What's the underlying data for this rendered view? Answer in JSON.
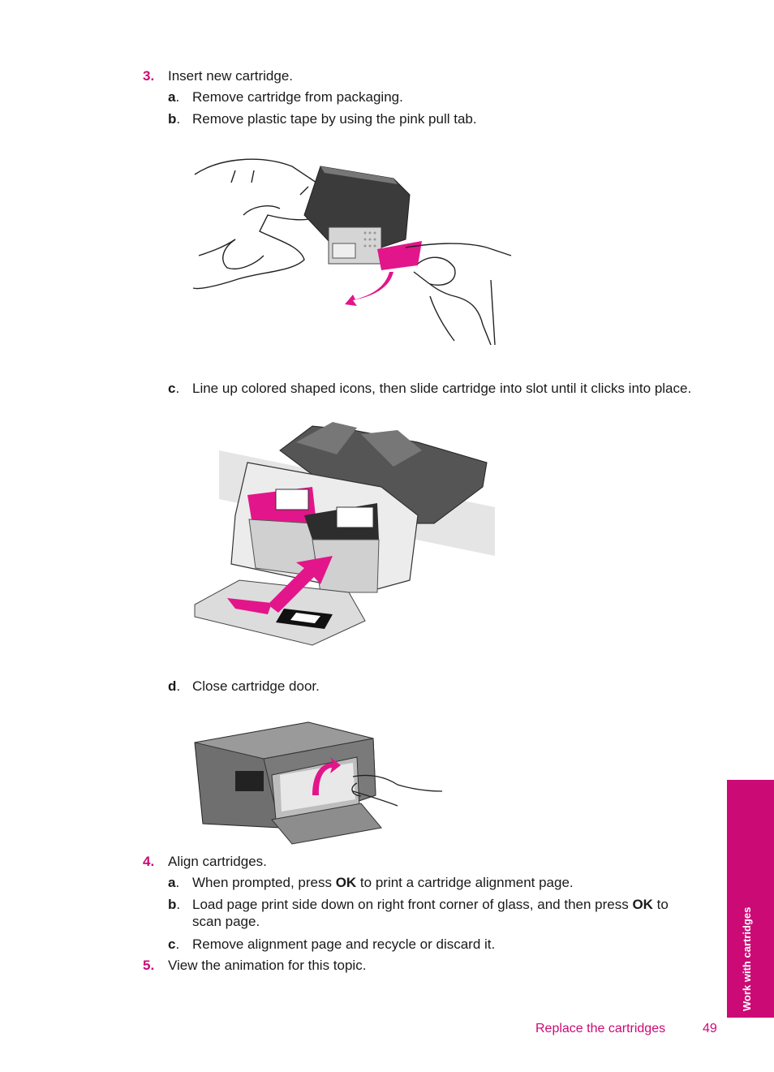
{
  "steps": {
    "s3": {
      "num": "3.",
      "text": "Insert new cartridge.",
      "a": {
        "letter": "a",
        "text": "Remove cartridge from packaging."
      },
      "b": {
        "letter": "b",
        "text": "Remove plastic tape by using the pink pull tab."
      },
      "c": {
        "letter": "c",
        "text": "Line up colored shaped icons, then slide cartridge into slot until it clicks into place."
      },
      "d": {
        "letter": "d",
        "text": "Close cartridge door."
      }
    },
    "s4": {
      "num": "4.",
      "text": "Align cartridges.",
      "a": {
        "letter": "a",
        "pre": "When prompted, press ",
        "bold": "OK",
        "post": " to print a cartridge alignment page."
      },
      "b": {
        "letter": "b",
        "pre": "Load page print side down on right front corner of glass, and then press ",
        "bold": "OK",
        "post": " to",
        "line2": "scan page."
      },
      "c": {
        "letter": "c",
        "text": "Remove alignment page and recycle or discard it."
      }
    },
    "s5": {
      "num": "5.",
      "text": "View the animation for this topic."
    }
  },
  "sidebar": {
    "label": "Work with cartridges"
  },
  "footer": {
    "title": "Replace the cartridges",
    "page": "49"
  },
  "colors": {
    "accent": "#cc0a76"
  },
  "icons": [
    "hand-remove-tape-illustration",
    "cartridge-carriage-illustration",
    "printer-close-door-illustration"
  ]
}
